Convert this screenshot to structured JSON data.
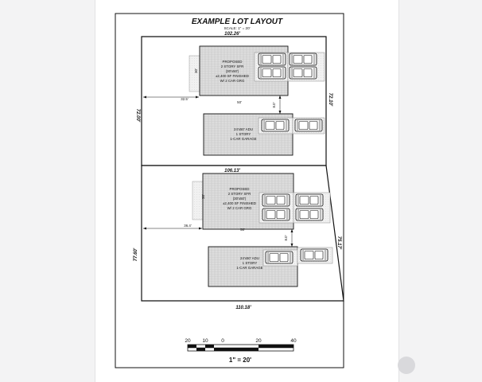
{
  "title": "EXAMPLE LOT LAYOUT",
  "scale": "SCALE: 1\" = 20'",
  "lot_top": {
    "top_dim": "102.26'",
    "left_dim": "72.00'",
    "right_dim": "72.10'",
    "house_depth": "30'",
    "house_text": [
      "PROPOSED",
      "2 STORY SFR",
      "(30'x50')",
      "±2,400 SF FINISHED",
      "W/ 2 CAR GRG"
    ],
    "setback": "32.5'",
    "house_width": "50'",
    "gap": "8.0'",
    "adu_text": [
      "24'x50' ADU",
      "1 STORY",
      "1-CAR GARAGE"
    ]
  },
  "lot_bottom": {
    "top_dim": "106.13'",
    "left_dim": "77.60'",
    "right_dim": "75.17'",
    "bottom_dim": "110.18'",
    "house_depth": "30'",
    "house_text": [
      "PROPOSED",
      "2 STORY SFR",
      "(30'x50')",
      "±2,400 SF FINISHED",
      "W/ 2 CAR GRG"
    ],
    "setback": "36.4'",
    "house_width": "50'",
    "gap": "8.0'",
    "adu_text": [
      "24'x50' ADU",
      "1 STORY",
      "1-CAR GARAGE"
    ]
  },
  "scale_bar": {
    "ticks": [
      "20",
      "10",
      "0",
      "20",
      "40"
    ],
    "caption": "1\" = 20'"
  },
  "colors": {
    "roof": "#d8d8d8",
    "line": "#111111"
  }
}
